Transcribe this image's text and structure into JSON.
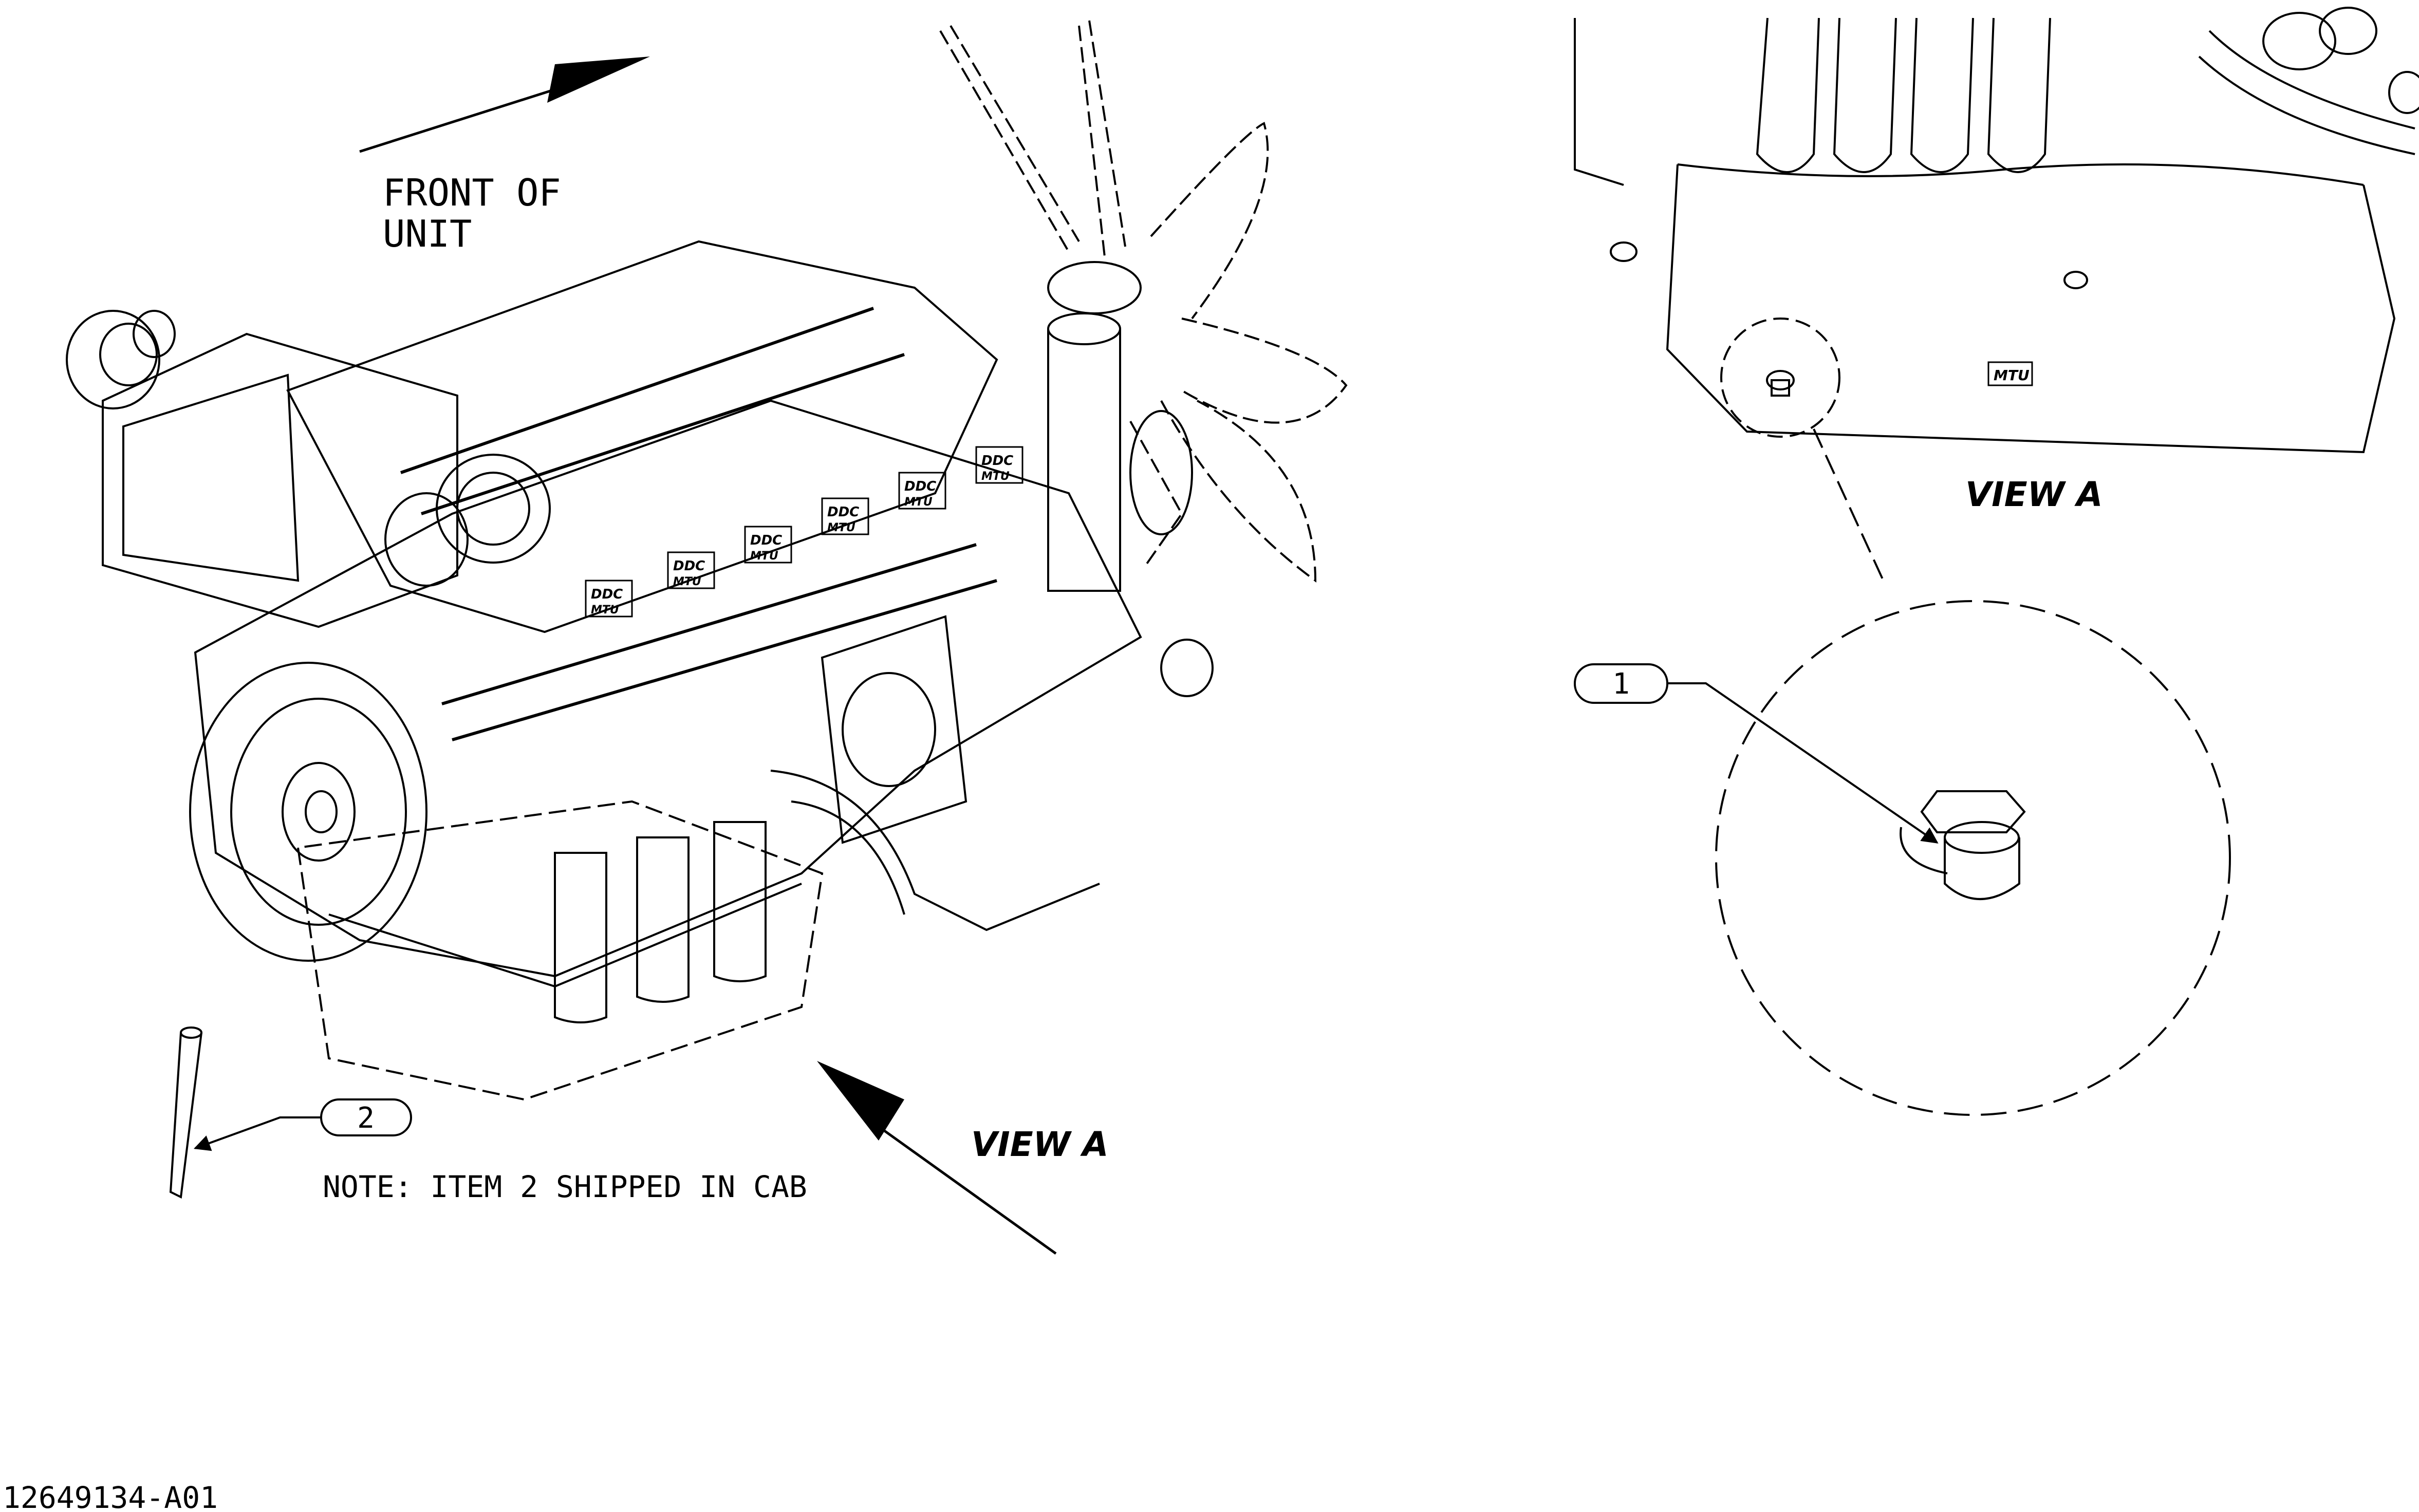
{
  "labels": {
    "front_of_unit_line1": "FRONT OF",
    "front_of_unit_line2": "UNIT",
    "view_a_main": "VIEW A",
    "view_a_detail": "VIEW A",
    "note": "NOTE: ITEM 2 SHIPPED IN CAB",
    "drawing_number": "12649134-A01"
  },
  "callouts": [
    {
      "id": "1"
    },
    {
      "id": "2"
    }
  ],
  "logos": [
    "DDC",
    "MTU"
  ],
  "colors": {
    "ink": "#000000",
    "background": "#ffffff"
  }
}
